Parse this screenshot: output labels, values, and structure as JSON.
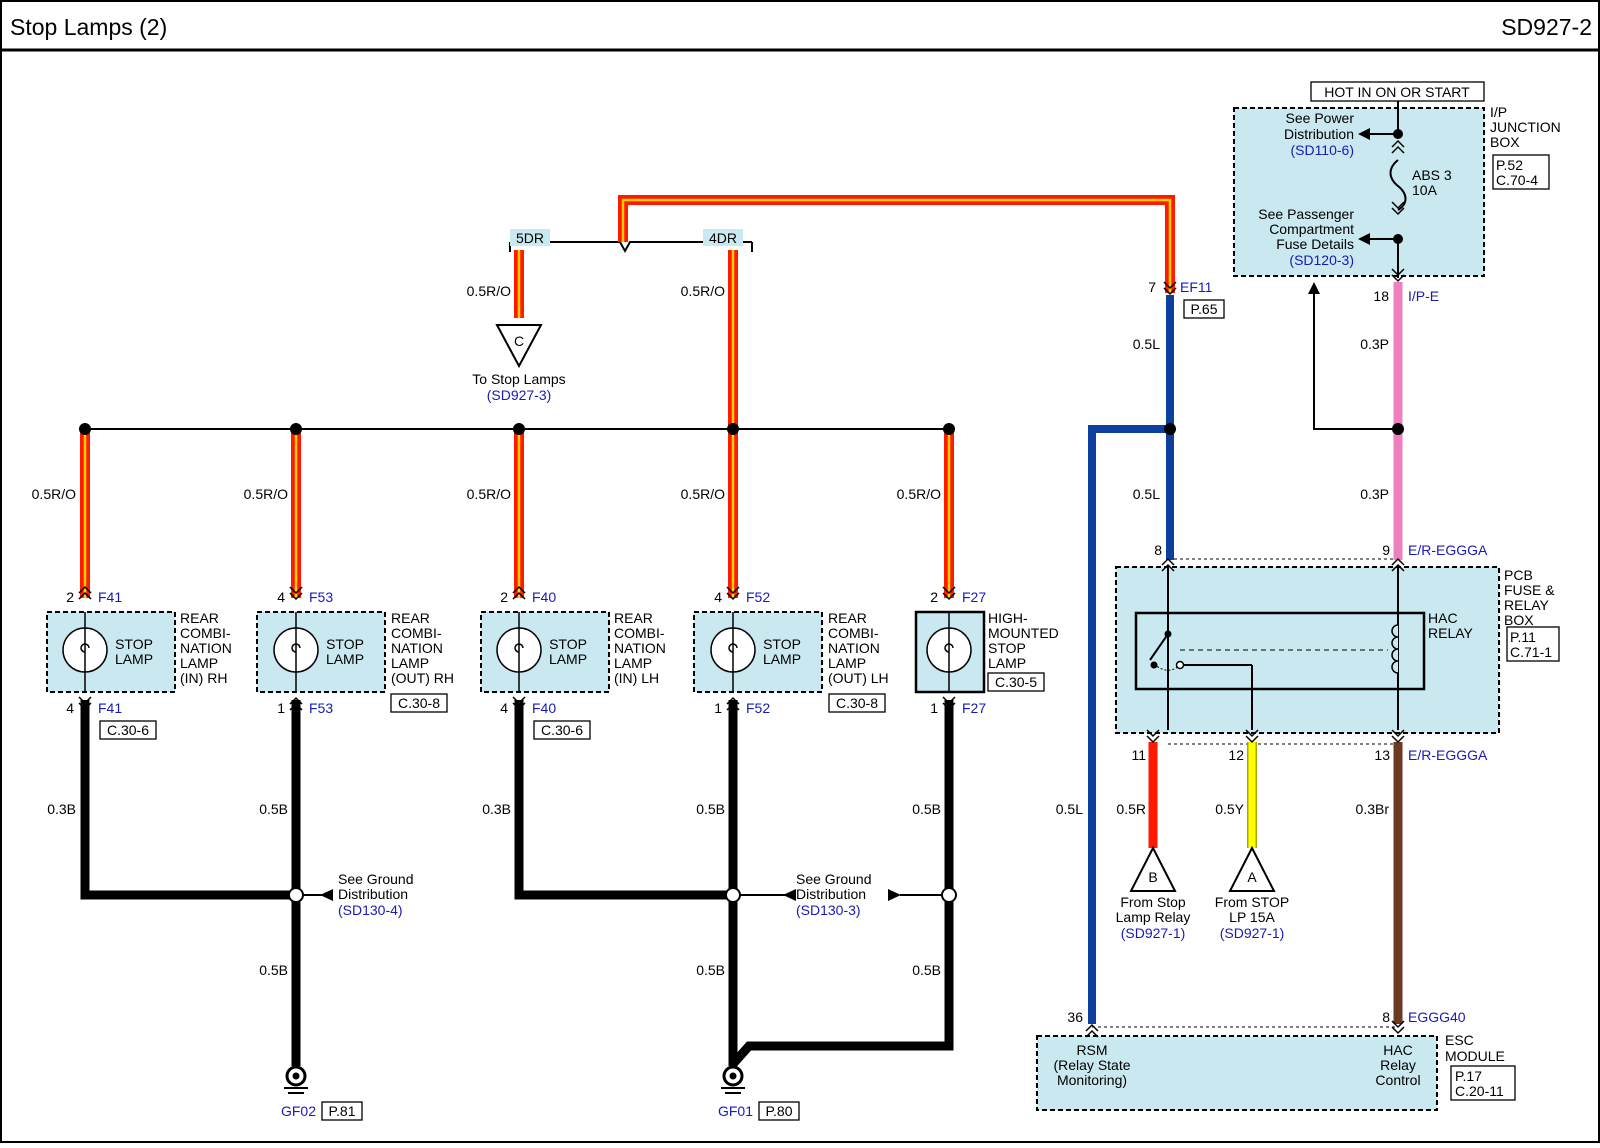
{
  "header": {
    "title": "Stop Lamps (2)",
    "code": "SD927-2"
  },
  "colors": {
    "red_wire": "#ff1a00",
    "red_wire_core": "#ffd000",
    "blue_wire": "#0d3f9e",
    "pink_wire": "#ef80c0",
    "yellow_wire": "#ffff00",
    "yellow_edge": "#a8a800",
    "brown_wire": "#6b3a22",
    "black_wire": "#000000",
    "box_fill": "#c9e8ef",
    "xref_blue": "#1a1ab4"
  },
  "junction_box": {
    "hot_label": "HOT IN ON OR START",
    "name": [
      "I/P",
      "JUNCTION",
      "BOX"
    ],
    "ref_page": "P.52",
    "ref_conn": "C.70-4",
    "see_power": [
      "See Power",
      "Distribution"
    ],
    "see_power_ref": "(SD110-6)",
    "fuse": [
      "ABS 3",
      "10A"
    ],
    "see_pass": [
      "See Passenger",
      "Compartment",
      "Fuse Details"
    ],
    "see_pass_ref": "(SD120-3)",
    "pin": "18",
    "conn": "I/P-E"
  },
  "ef11": {
    "pin": "7",
    "conn": "EF11",
    "ref": "P.65"
  },
  "variants": {
    "left": "5DR",
    "right": "4DR"
  },
  "connector_c": {
    "letter": "C",
    "label": "To Stop Lamps",
    "ref": "(SD927-3)"
  },
  "wires": {
    "r_o": "0.5R/O",
    "l": "0.5L",
    "p": "0.3P",
    "b03": "0.3B",
    "b05": "0.5B",
    "r": "0.5R",
    "y": "0.5Y",
    "br": "0.3Br"
  },
  "lamps": [
    {
      "pin_top": "2",
      "conn": "F41",
      "pin_bot": "4",
      "name": [
        "REAR",
        "COMBI-",
        "NATION",
        "LAMP",
        "(IN) RH"
      ],
      "ref": "C.30-6"
    },
    {
      "pin_top": "4",
      "conn": "F53",
      "pin_bot": "1",
      "name": [
        "REAR",
        "COMBI-",
        "NATION",
        "LAMP",
        "(OUT) RH"
      ],
      "ref": "C.30-8"
    },
    {
      "pin_top": "2",
      "conn": "F40",
      "pin_bot": "4",
      "name": [
        "REAR",
        "COMBI-",
        "NATION",
        "LAMP",
        "(IN) LH"
      ],
      "ref": "C.30-6"
    },
    {
      "pin_top": "4",
      "conn": "F52",
      "pin_bot": "1",
      "name": [
        "REAR",
        "COMBI-",
        "NATION",
        "LAMP",
        "(OUT) LH"
      ],
      "ref": "C.30-8"
    },
    {
      "pin_top": "2",
      "conn": "F27",
      "pin_bot": "1",
      "name": [
        "HIGH-",
        "MOUNTED",
        "STOP",
        "LAMP"
      ],
      "ref": "C.30-5"
    }
  ],
  "stop_lamp_label": [
    "STOP",
    "LAMP"
  ],
  "ground_dist_1": {
    "text": [
      "See Ground",
      "Distribution"
    ],
    "ref": "(SD130-4)"
  },
  "ground_dist_2": {
    "text": [
      "See Ground",
      "Distribution"
    ],
    "ref": "(SD130-3)"
  },
  "grounds": [
    {
      "name": "GF02",
      "ref": "P.81"
    },
    {
      "name": "GF01",
      "ref": "P.80"
    }
  ],
  "pcb_box": {
    "name": [
      "PCB",
      "FUSE &",
      "RELAY",
      "BOX"
    ],
    "ref_page": "P.11",
    "ref_conn": "C.71-1",
    "relay": [
      "HAC",
      "RELAY"
    ],
    "pin8": "8",
    "pin9": "9",
    "conn_top": "E/R-EGGGA",
    "pin11": "11",
    "pin12": "12",
    "pin13": "13",
    "conn_bot": "E/R-EGGGA"
  },
  "connector_b": {
    "letter": "B",
    "label": [
      "From Stop",
      "Lamp Relay"
    ],
    "ref": "(SD927-1)"
  },
  "connector_a": {
    "letter": "A",
    "label": [
      "From STOP",
      "LP 15A"
    ],
    "ref": "(SD927-1)"
  },
  "esc": {
    "name": [
      "ESC",
      "MODULE"
    ],
    "ref_page": "P.17",
    "ref_conn": "C.20-11",
    "pin36": "36",
    "pin8": "8",
    "conn": "EGGG40",
    "rsm": [
      "RSM",
      "(Relay State",
      "Monitoring)"
    ],
    "hac": [
      "HAC",
      "Relay",
      "Control"
    ]
  }
}
